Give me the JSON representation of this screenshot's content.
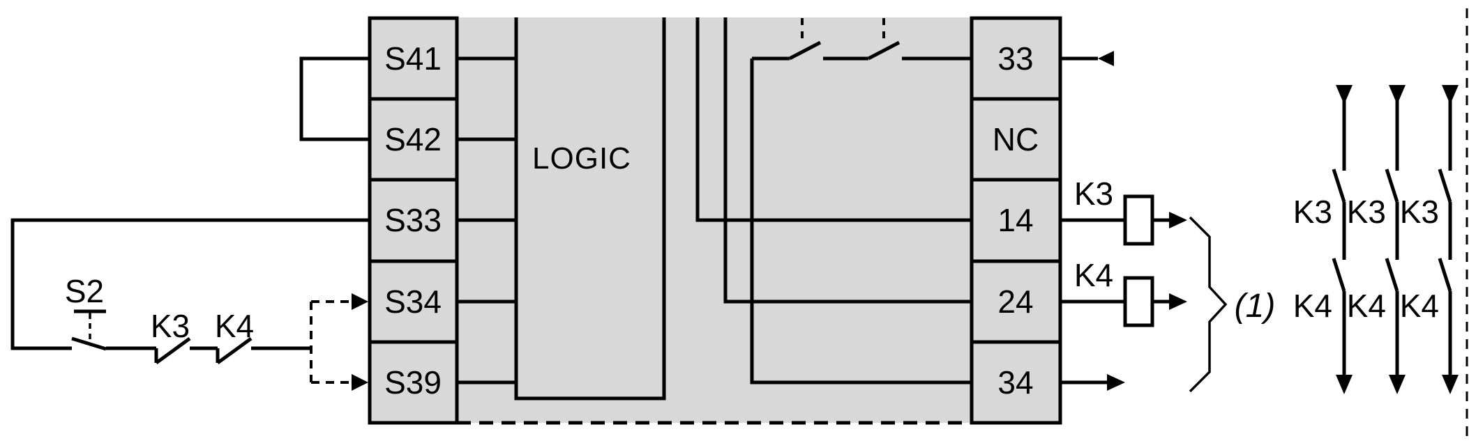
{
  "diagram": {
    "module": {
      "logic_label": "LOGIC",
      "left_terminals": [
        "S41",
        "S42",
        "S33",
        "S34",
        "S39"
      ],
      "right_terminals": [
        "33",
        "NC",
        "14",
        "24",
        "34"
      ]
    },
    "input_circuit": {
      "pushbutton_label": "S2",
      "contact_labels": [
        "K3",
        "K4"
      ]
    },
    "output_circuit": {
      "coil_labels": [
        "K3",
        "K4"
      ],
      "group_label": "(1)"
    },
    "external_contacts": {
      "k3_label": "K3",
      "k4_label": "K4"
    },
    "colors": {
      "module_fill": "#d8d8d8",
      "line": "#000000",
      "background": "#ffffff"
    }
  }
}
